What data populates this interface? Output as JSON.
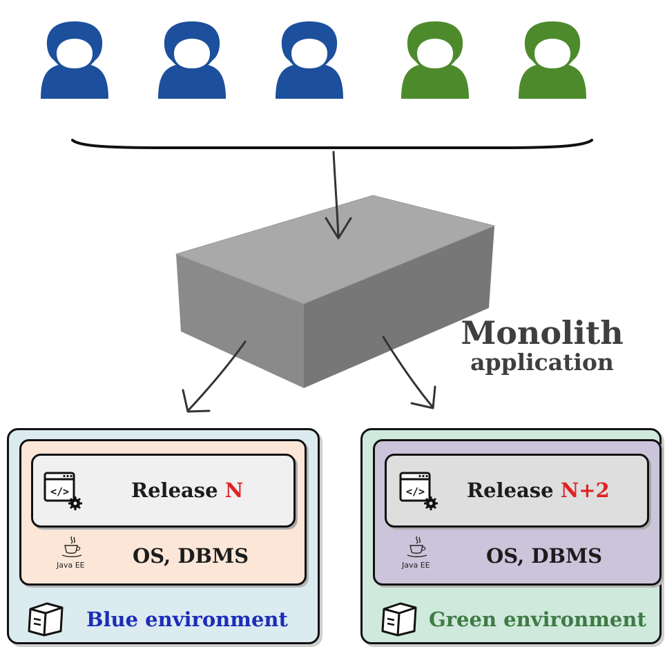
{
  "monolith": {
    "title": "Monolith",
    "subtitle": "application"
  },
  "users": [
    {
      "icon": "user-icon",
      "color": "#1c4f9c"
    },
    {
      "icon": "user-icon",
      "color": "#1c4f9c"
    },
    {
      "icon": "user-icon",
      "color": "#1c4f9c"
    },
    {
      "icon": "user-icon",
      "color": "#4d8a2c"
    },
    {
      "icon": "user-icon",
      "color": "#4d8a2c"
    }
  ],
  "blue_env": {
    "label": "Blue environment",
    "label_color": "#1c2db8",
    "background": "#dcebf0",
    "inner_background": "#fbe6d8",
    "release_prefix": "Release",
    "release_version": "N",
    "stack": "OS, DBMS",
    "java_label": "Java EE"
  },
  "green_env": {
    "label": "Green environment",
    "label_color": "#3e7a45",
    "background": "#cfe9dc",
    "inner_background": "#cbc4da",
    "release_prefix": "Release",
    "release_version": "N+2",
    "stack": "OS, DBMS",
    "java_label": "Java EE"
  }
}
